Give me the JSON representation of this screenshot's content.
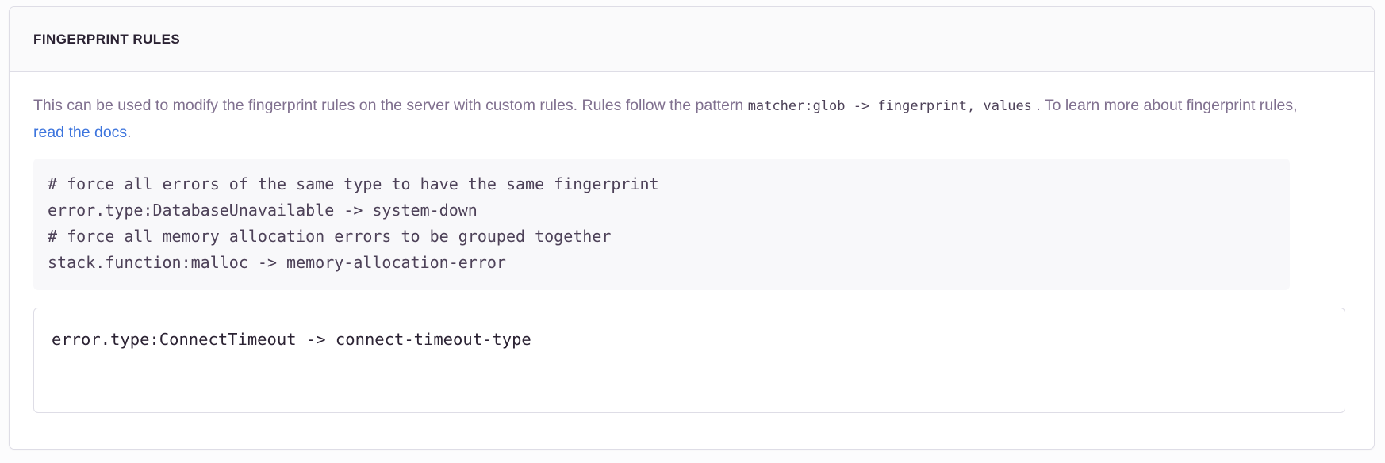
{
  "panel": {
    "title": "FINGERPRINT RULES"
  },
  "description": {
    "part1": "This can be used to modify the fingerprint rules on the server with custom rules. Rules follow the pattern ",
    "code": "matcher:glob -> fingerprint, values",
    "part2": " . To learn more about fingerprint rules, ",
    "link_text": "read the docs",
    "part3": "."
  },
  "example_block": {
    "lines": [
      "# force all errors of the same type to have the same fingerprint",
      "error.type:DatabaseUnavailable -> system-down",
      "# force all memory allocation errors to be grouped together",
      "stack.function:malloc -> memory-allocation-error"
    ],
    "text": "# force all errors of the same type to have the same fingerprint\nerror.type:DatabaseUnavailable -> system-down\n# force all memory allocation errors to be grouped together\nstack.function:malloc -> memory-allocation-error"
  },
  "rules_input": {
    "value": "error.type:ConnectTimeout -> connect-timeout-type",
    "placeholder": "error.type:ConnectTimeout -> connect-timeout-type"
  },
  "colors": {
    "panel_border": "#DEDDE6",
    "header_bg": "#FAFAFB",
    "title_text": "#2B2233",
    "body_text": "#80708F",
    "link": "#3C74DD",
    "code_bg": "#F8F8FA",
    "code_text": "#4D4158"
  }
}
